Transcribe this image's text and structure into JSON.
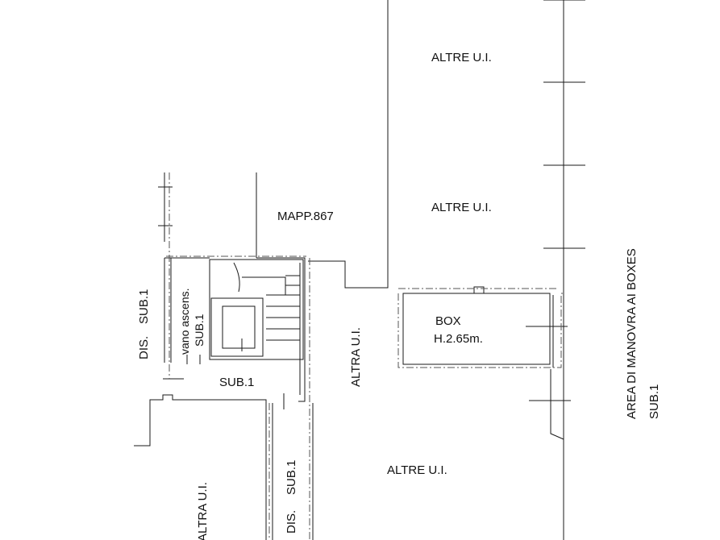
{
  "labels": {
    "altre_ui_1": "ALTRE U.I.",
    "altre_ui_2": "ALTRE U.I.",
    "altre_ui_3": "ALTRE U.I.",
    "mapp": "MAPP.867",
    "dis_sub1_left_dis": "DIS.",
    "dis_sub1_left_sub": "SUB.1",
    "vano_ascens": "vano ascens.",
    "vano_sub": "SUB.1",
    "sub1_center": "SUB.1",
    "altra_ui_center": "ALTRA U.I.",
    "box_title": "BOX",
    "box_height": "H.2.65m.",
    "area_manovra": "AREA DI MANOVRA AI BOXES",
    "area_sub": "SUB.1",
    "altra_ui_bottom": "ALTRA U.I.",
    "dis_sub1_bottom_dis": "DIS.",
    "dis_sub1_bottom_sub": "SUB.1"
  },
  "colors": {
    "line": "#1a1a1a",
    "dash": "#555555",
    "background": "#ffffff"
  }
}
